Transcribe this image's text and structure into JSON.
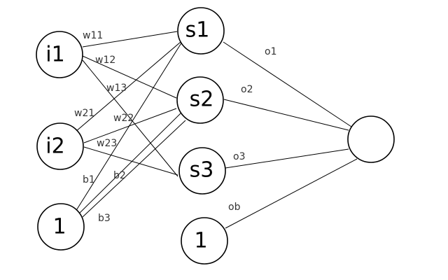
{
  "nodes": {
    "i1": {
      "label": "i1"
    },
    "i2": {
      "label": "i2"
    },
    "in_bias": {
      "label": "1"
    },
    "s1": {
      "label": "s1"
    },
    "s2": {
      "label": "s2"
    },
    "s3": {
      "label": "s3"
    },
    "hid_bias": {
      "label": "1"
    },
    "output": {
      "label": ""
    }
  },
  "edges": [
    {
      "from": "i1",
      "to": "s1",
      "label": "w11"
    },
    {
      "from": "i1",
      "to": "s2",
      "label": "w12"
    },
    {
      "from": "i1",
      "to": "s3",
      "label": "w13"
    },
    {
      "from": "i2",
      "to": "s1",
      "label": "w21"
    },
    {
      "from": "i2",
      "to": "s2",
      "label": "w22"
    },
    {
      "from": "i2",
      "to": "s3",
      "label": "w23"
    },
    {
      "from": "in_bias",
      "to": "s1",
      "label": "b1"
    },
    {
      "from": "in_bias",
      "to": "s2",
      "label": "b2"
    },
    {
      "from": "in_bias",
      "to": "s2",
      "label": "b3"
    },
    {
      "from": "s1",
      "to": "output",
      "label": "o1"
    },
    {
      "from": "s2",
      "to": "output",
      "label": "o2"
    },
    {
      "from": "s3",
      "to": "output",
      "label": "o3"
    },
    {
      "from": "hid_bias",
      "to": "output",
      "label": "ob"
    }
  ]
}
